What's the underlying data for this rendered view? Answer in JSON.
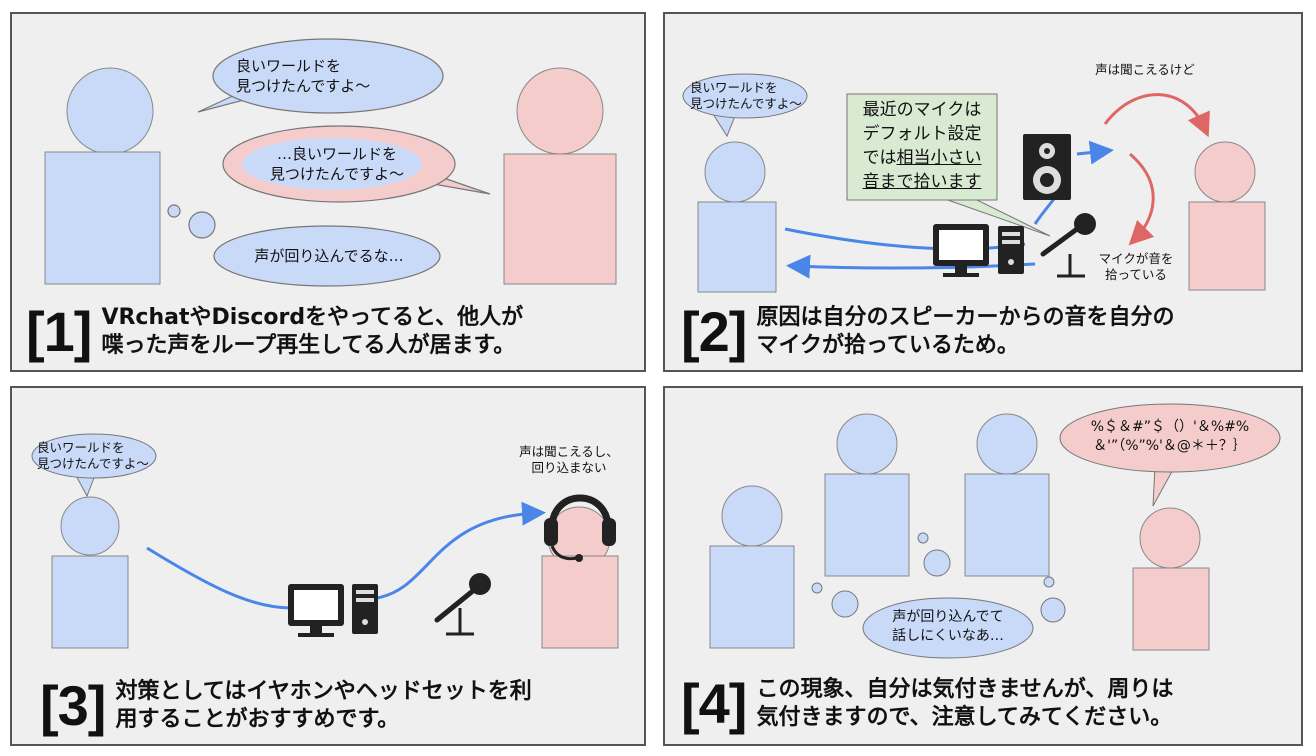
{
  "panels": [
    {
      "number": "[1]",
      "caption_line1": "VRchatやDiscordをやってると、他人が",
      "caption_line2": "喋った声をループ再生してる人が居ます。",
      "bubble_top_line1": "良いワールドを",
      "bubble_top_line2": "見つけたんですよ～",
      "bubble_echo_line1": "…良いワールドを",
      "bubble_echo_line2": "見つけたんですよ～",
      "thought": "声が回り込んでるな…"
    },
    {
      "number": "[2]",
      "caption_line1": "原因は自分のスピーカーからの音を自分の",
      "caption_line2": "マイクが拾っているため。",
      "bubble_line1": "良いワールドを",
      "bubble_line2": "見つけたんですよ～",
      "note_line1": "最近のマイクは",
      "note_line2": "デフォルト設定",
      "note_line3_pre": "では",
      "note_line3_u": "相当小さい",
      "note_line4_u": "音まで拾います",
      "label_hear": "声は聞こえるけど",
      "label_mic_line1": "マイクが音を",
      "label_mic_line2": "拾っている"
    },
    {
      "number": "[3]",
      "caption_line1": "対策としてはイヤホンやヘッドセットを利",
      "caption_line2": "用することがおすすめです。",
      "bubble_line1": "良いワールドを",
      "bubble_line2": "見つけたんですよ～",
      "label_line1": "声は聞こえるし、",
      "label_line2": "回り込まない"
    },
    {
      "number": "[4]",
      "caption_line1": "この現象、自分は気付きませんが、周りは",
      "caption_line2": "気付きますので、注意してみてください。",
      "garbled_line1": "%＄＆#”＄（）'＆%#%",
      "garbled_line2": "＆'”（%”%'＆@＊＋？｝",
      "thought_line1": "声が回り込んでて",
      "thought_line2": "話しにくいなあ…"
    }
  ],
  "colors": {
    "panel_bg": "#efefef",
    "blue_person": "#c9daf8",
    "pink_person": "#f4cccc",
    "note_bg": "#d9ead3",
    "blue_arrow": "#4a86e8",
    "red_arrow": "#e06666"
  },
  "icons": [
    "monitor-icon",
    "pc-tower-icon",
    "speaker-icon",
    "microphone-icon",
    "headset-icon"
  ]
}
